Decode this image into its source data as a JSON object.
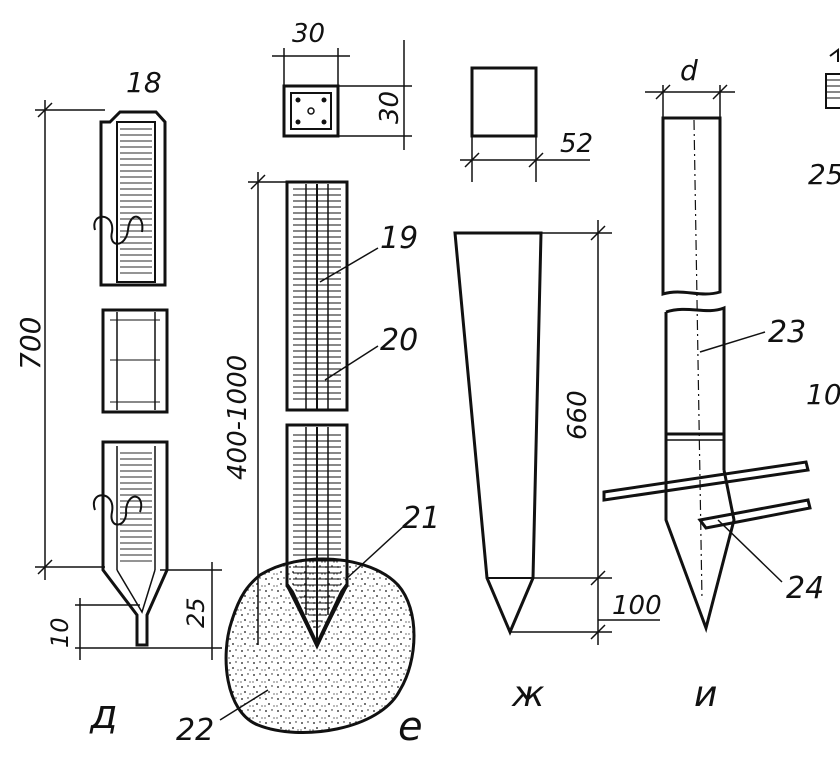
{
  "labels": {
    "n18": "18",
    "n19": "19",
    "n20": "20",
    "n21": "21",
    "n22": "22",
    "n23": "23",
    "n24": "24"
  },
  "dimensions": {
    "d_700": "700",
    "d_10_left": "10",
    "d_25_left": "25",
    "d_30_width": "30",
    "d_30_height": "30",
    "d_400_1000": "400-1000",
    "d_52": "52",
    "d_660": "660",
    "d_100": "100",
    "d_d": "d",
    "d_25_edge": "25",
    "d_10_edge": "10"
  },
  "captions": {
    "d": "д",
    "e": "е",
    "zh": "ж",
    "i": "и"
  }
}
